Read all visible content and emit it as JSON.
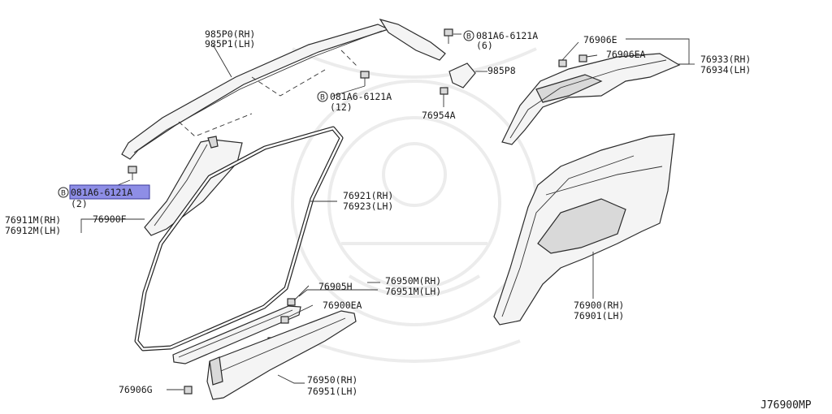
{
  "diagram_ref": "J76900MP",
  "bolt_symbol": "B",
  "labels": {
    "p985p0": "985P0(RH)",
    "p985p1": "985P1(LH)",
    "bolt_top": "081A6-6121A",
    "bolt_top_qty": "(6)",
    "p985p8": "985P8",
    "p76954a": "76954A",
    "bolt_mid": "081A6-6121A",
    "bolt_mid_qty": "(12)",
    "p76906e": "76906E",
    "p76906ea": "76906EA",
    "p76933": "76933(RH)",
    "p76934": "76934(LH)",
    "bolt_left": "081A6-6121A",
    "bolt_left_qty": "(2)",
    "p76911m": "76911M(RH)",
    "p76912m": "76912M(LH)",
    "p76900f": "76900F",
    "p76921": "76921(RH)",
    "p76923": "76923(LH)",
    "p76905h": "76905H",
    "p76950m": "76950M(RH)",
    "p76951m": "76951M(LH)",
    "p76900ea": "76900EA",
    "p76900": "76900(RH)",
    "p76901": "76901(LH)",
    "p76906g": "76906G",
    "p76950": "76950(RH)",
    "p76951": "76951(LH)"
  }
}
